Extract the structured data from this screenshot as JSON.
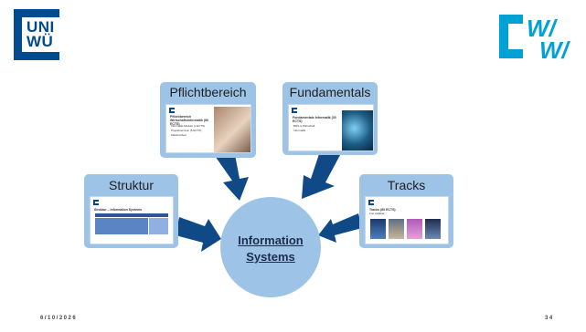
{
  "logos": {
    "left_text_line1": "UNI",
    "left_text_line2": "WÜ",
    "left_color": "#004b8d",
    "right_color": "#00a2d6"
  },
  "cards": {
    "pflichtbereich": {
      "title": "Pflichtbereich",
      "thumb_heading": "Pflichtbereich Wirtschaftsinformatik (60 ECTS)",
      "thumb_lines": [
        "Informatik-Module (x ECTS)",
        "Projektseminar (5 ECTS)",
        "Masterarbeit"
      ]
    },
    "fundamentals": {
      "title": "Fundamentals",
      "thumb_heading": "Fundamentals Informatik (30 ECTS)",
      "thumb_lines": [
        "BWL & Wirtschaft",
        "Informatik"
      ]
    },
    "struktur": {
      "title": "Struktur",
      "thumb_heading": "Struktur – Information Systems"
    },
    "tracks": {
      "title": "Tracks",
      "thumb_heading": "Tracks (60 ECTS)",
      "thumb_sub": "Frei wählbar"
    }
  },
  "center": {
    "line1": "Information",
    "line2": "Systems"
  },
  "footer": {
    "date": "6/10/2026",
    "page": "34"
  },
  "colors": {
    "card": "#9dc3e6",
    "arrow": "#0f4a86",
    "text_dark": "#1f2d4d"
  }
}
